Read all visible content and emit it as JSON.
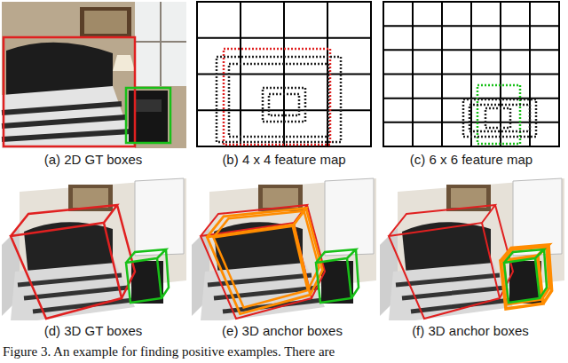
{
  "diagram": {
    "caption": "Figure 3. An example for finding positive examples. There are",
    "labels": [
      "(a) 2D GT boxes",
      "(b) 4 x 4 feature map",
      "(c) 6 x 6 feature map",
      "(d) 3D GT boxes",
      "(e) 3D anchor boxes",
      "(f) 3D anchor boxes"
    ]
  }
}
